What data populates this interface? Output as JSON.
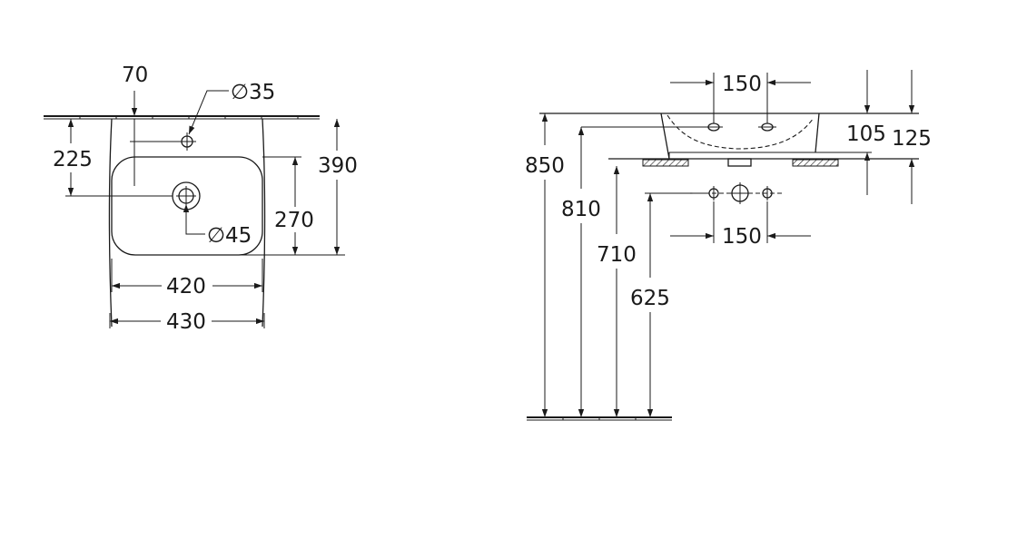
{
  "top_view": {
    "dim_tap_offset": "70",
    "dim_tap_hole": "∅35",
    "dim_drain_from_wall": "225",
    "dim_depth_total": "390",
    "dim_bowl_depth": "270",
    "dim_drain_hole": "∅45",
    "dim_bowl_width": "420",
    "dim_total_width": "430"
  },
  "side_view": {
    "dim_tap_spacing_top": "150",
    "dim_rim_height": "850",
    "dim_bowl_height": "105",
    "dim_total_height": "125",
    "dim_tap_height": "810",
    "dim_base_height": "710",
    "dim_waste_height": "625",
    "dim_tap_spacing_bottom": "150"
  }
}
